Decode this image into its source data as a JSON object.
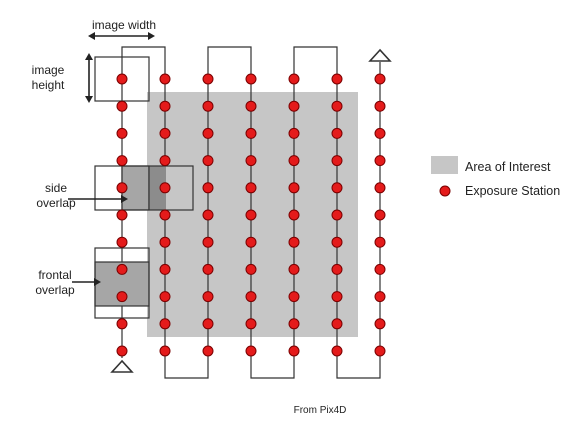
{
  "diagram": {
    "labels": {
      "image_width": "image width",
      "image_height": [
        "image",
        "height"
      ],
      "side_overlap": [
        "side",
        "overlap"
      ],
      "frontal_overlap": [
        "frontal",
        "overlap"
      ]
    },
    "legend": {
      "area": "Area of Interest",
      "station": "Exposure Station"
    },
    "caption": "From Pix4D",
    "colors": {
      "area": "#c6c6c6",
      "station": "#e41b1b",
      "station_stroke": "#7a0000",
      "path": "#333333",
      "overlap_fill": "#a6a6a6",
      "overlap_dark": "#8c8c8c"
    },
    "flight": {
      "flight_lines": 7,
      "stations_per_line": 11,
      "start_icon": "triangle-icon",
      "end_icon": "triangle-icon"
    }
  }
}
